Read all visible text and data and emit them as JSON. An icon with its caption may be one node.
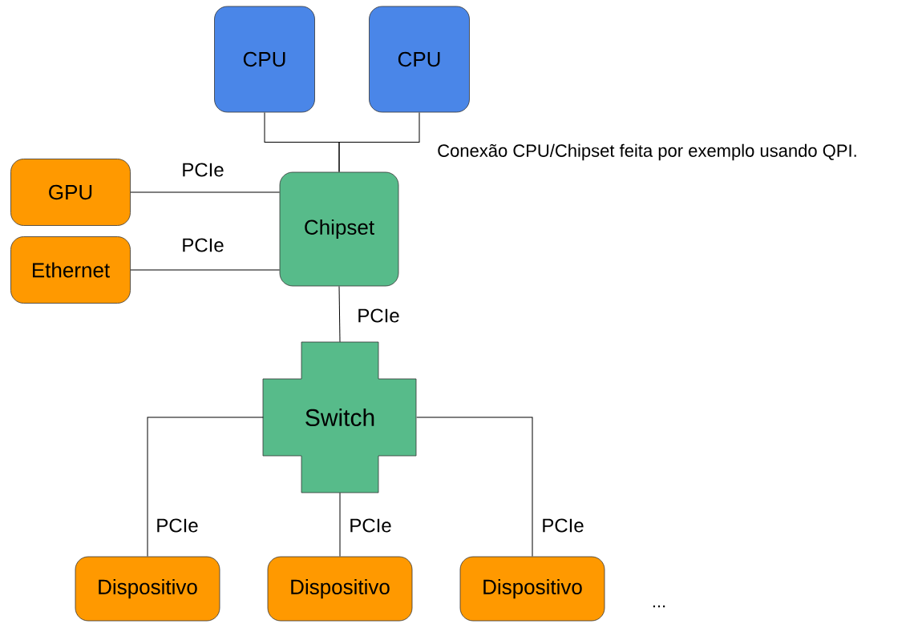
{
  "diagram": {
    "nodes": [
      {
        "text": [
          "CPU"
        ]
      },
      {
        "text": [
          "CPU"
        ]
      },
      {
        "text": [
          "Chipset"
        ]
      },
      {
        "text": [
          "GPU"
        ]
      },
      {
        "text": [
          "Ethernet"
        ]
      },
      {
        "text": [
          "Switch"
        ]
      },
      {
        "text": [
          "Dispositivo"
        ]
      },
      {
        "text": [
          "Dispositivo"
        ]
      },
      {
        "text": [
          "Dispositivo"
        ]
      }
    ],
    "edges": [
      {
        "from": 0,
        "to": 2,
        "arrow": "none"
      },
      {
        "from": 1,
        "to": 2,
        "arrow": "none"
      },
      {
        "from": 3,
        "to": 2,
        "arrow": "none",
        "label": "PCIe"
      },
      {
        "from": 4,
        "to": 2,
        "arrow": "none",
        "label": "PCIe"
      },
      {
        "from": 2,
        "to": 5,
        "arrow": "none",
        "label": "PCIe"
      },
      {
        "from": 5,
        "to": 6,
        "arrow": "none",
        "label": "PCIe"
      },
      {
        "from": 5,
        "to": 7,
        "arrow": "none",
        "label": "PCIe"
      },
      {
        "from": 5,
        "to": 8,
        "arrow": "none",
        "label": "PCIe"
      }
    ],
    "labels": [
      "Conexão CPU/Chipset feita por exemplo usando QPI.",
      "..."
    ]
  }
}
